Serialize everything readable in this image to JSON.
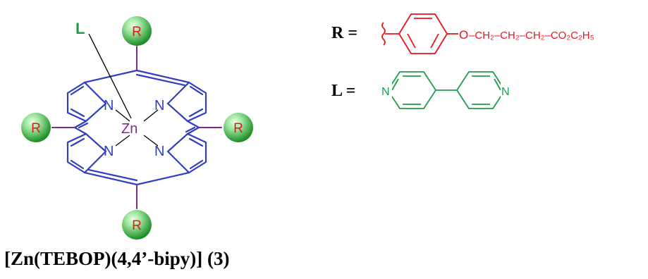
{
  "colors": {
    "porphyrin": "#2f3fbf",
    "metal": "#7a2a8a",
    "substituent": "#e8141e",
    "ligand": "#1e9e4a",
    "ball_light": "#b9f0b9",
    "ball_dark": "#1f9a2a",
    "label": "#000000"
  },
  "porphyrin": {
    "metal": "Zn",
    "nitrogen": "N",
    "axial_ligand": "L",
    "substituent": "R"
  },
  "r_group": {
    "label": "R =",
    "oxygen": "O",
    "chain": "–CH₂–CH₂–CH₂–CO₂C₂H₅"
  },
  "l_group": {
    "label": "L =",
    "nitrogen": "N"
  },
  "caption": "[Zn(TEBOP)(4,4’-bipy)] (3)"
}
